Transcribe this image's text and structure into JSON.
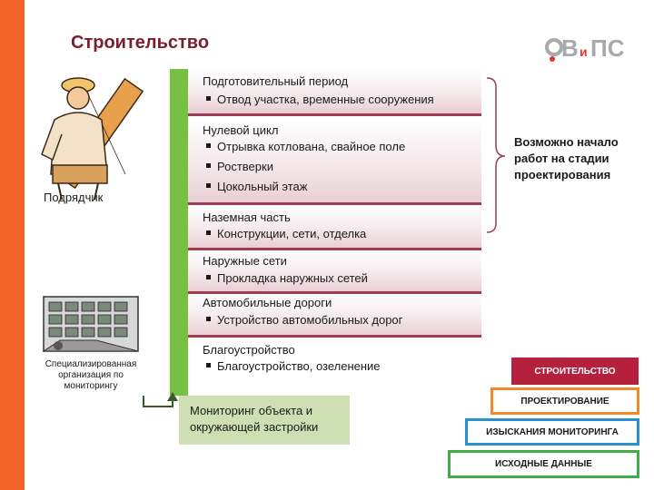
{
  "title": "Строительство",
  "logo": {
    "text": "ВиПС"
  },
  "contractor_label": "Подрядчик",
  "monitoring_org_label": "Специализированная организация по мониторингу",
  "stages": [
    {
      "title": "Подготовительный период",
      "items": [
        "Отвод участка, временные сооружения"
      ]
    },
    {
      "title": "Нулевой цикл",
      "items": [
        "Отрывка котлована, свайное поле",
        "Ростверки",
        "Цокольный этаж"
      ]
    },
    {
      "title": "Наземная часть",
      "items": [
        "Конструкции, сети, отделка"
      ]
    },
    {
      "title": "Наружные сети",
      "items": [
        "Прокладка наружных сетей"
      ]
    },
    {
      "title": "Автомобильные дороги",
      "items": [
        "Устройство автомобильных дорог"
      ]
    },
    {
      "title": "Благоустройство",
      "items": [
        "Благоустройство, озеленение"
      ]
    }
  ],
  "monitoring_box": "Мониторинг объекта и окружающей застройки",
  "note": "Возможно начало работ на стадии проектирования",
  "pyramid": [
    "СТРОИТЕЛЬСТВО",
    "ПРОЕКТИРОВАНИЕ",
    "ИЗЫСКАНИЯ МОНИТОРИНГА",
    "ИСХОДНЫЕ ДАННЫЕ"
  ],
  "colors": {
    "accent": "#f0642a",
    "title": "#7a1f2b",
    "stage_line": "#9c3c55",
    "green": "#76c043",
    "construction": "#b5213d",
    "design": "#f08a2b",
    "survey": "#2a8fd0",
    "source": "#3fae49"
  }
}
